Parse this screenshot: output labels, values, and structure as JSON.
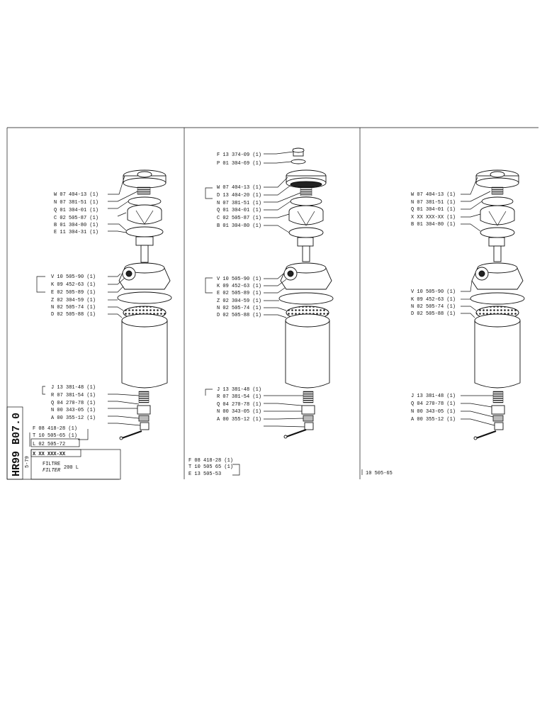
{
  "sheet": {
    "model_code": "HR99 B07.0",
    "date": "5-79",
    "part_number": "X XX XXX-XX",
    "title_fr": "FILTRE",
    "title_en": "FILTER",
    "size": "200 L"
  },
  "column1": {
    "labels_top": [
      "W 07 404-13 (1)",
      "N 07 381-51 (1)",
      "Q 01 304-01 (1)",
      "C 02 505-87 (1)",
      "B 01 304-80 (1)",
      "E 11 304-31 (1)"
    ],
    "labels_mid": [
      "V 10 505-90 (1)",
      "K 09 452-63 (1)",
      "E 02 505-89 (1)",
      "Z 02 304-59 (1)",
      "N 02 505-74 (1)",
      "D 02 505-88 (1)"
    ],
    "labels_bot": [
      "J 13 381-48 (1)",
      "R 07 381-54 (1)",
      "Q 04 270-78 (1)",
      "N 00 343-05 (1)",
      "A 00 355-12 (1)"
    ],
    "labels_foot": [
      "F 08 418-28 (1)",
      "T 10 505-65 (1)",
      "L 02 505-72"
    ]
  },
  "column2": {
    "labels_top": [
      "F 13 374-09 (1)",
      "P 01 304-69 (1)",
      "W 07 404-13 (1)",
      "D 13 404-20 (1)",
      "N 07 381-51 (1)",
      "Q 01 304-01 (1)",
      "C 02 505-87 (1)",
      "B 01 304-80 (1)"
    ],
    "labels_mid": [
      "V 10 505-90 (1)",
      "K 09 452-63 (1)",
      "E 02 505-89 (1)",
      "Z 02 304-59 (1)",
      "N 02 505-74 (1)",
      "D 02 505-88 (1)"
    ],
    "labels_bot": [
      "J 13 381-48 (1)",
      "R 07 381-54 (1)",
      "Q 04 270-78 (1)",
      "N 00 343-05 (1)",
      "A 00 355-12 (1)"
    ],
    "labels_foot": [
      "F 08 418-28 (1)",
      "T 10 505 65 (1)",
      "E 13 505-53"
    ]
  },
  "column3": {
    "labels_top": [
      "W 07 404-13 (1)",
      "N 07 381-51 (1)",
      "Q 01 304-01 (1)",
      "X XX XXX-XX (1)",
      "B 01 304-80 (1)"
    ],
    "labels_mid": [
      "V 10 505-90 (1)",
      "K 09 452-63 (1)",
      "N 02 505-74 (1)",
      "D 02 505-88 (1)"
    ],
    "labels_bot": [
      "J 13 381-48 (1)",
      "Q 04 270-78 (1)",
      "N 00 343-05 (1)",
      "A 00 355-12 (1)"
    ],
    "labels_foot": [
      "10 505-65"
    ]
  }
}
